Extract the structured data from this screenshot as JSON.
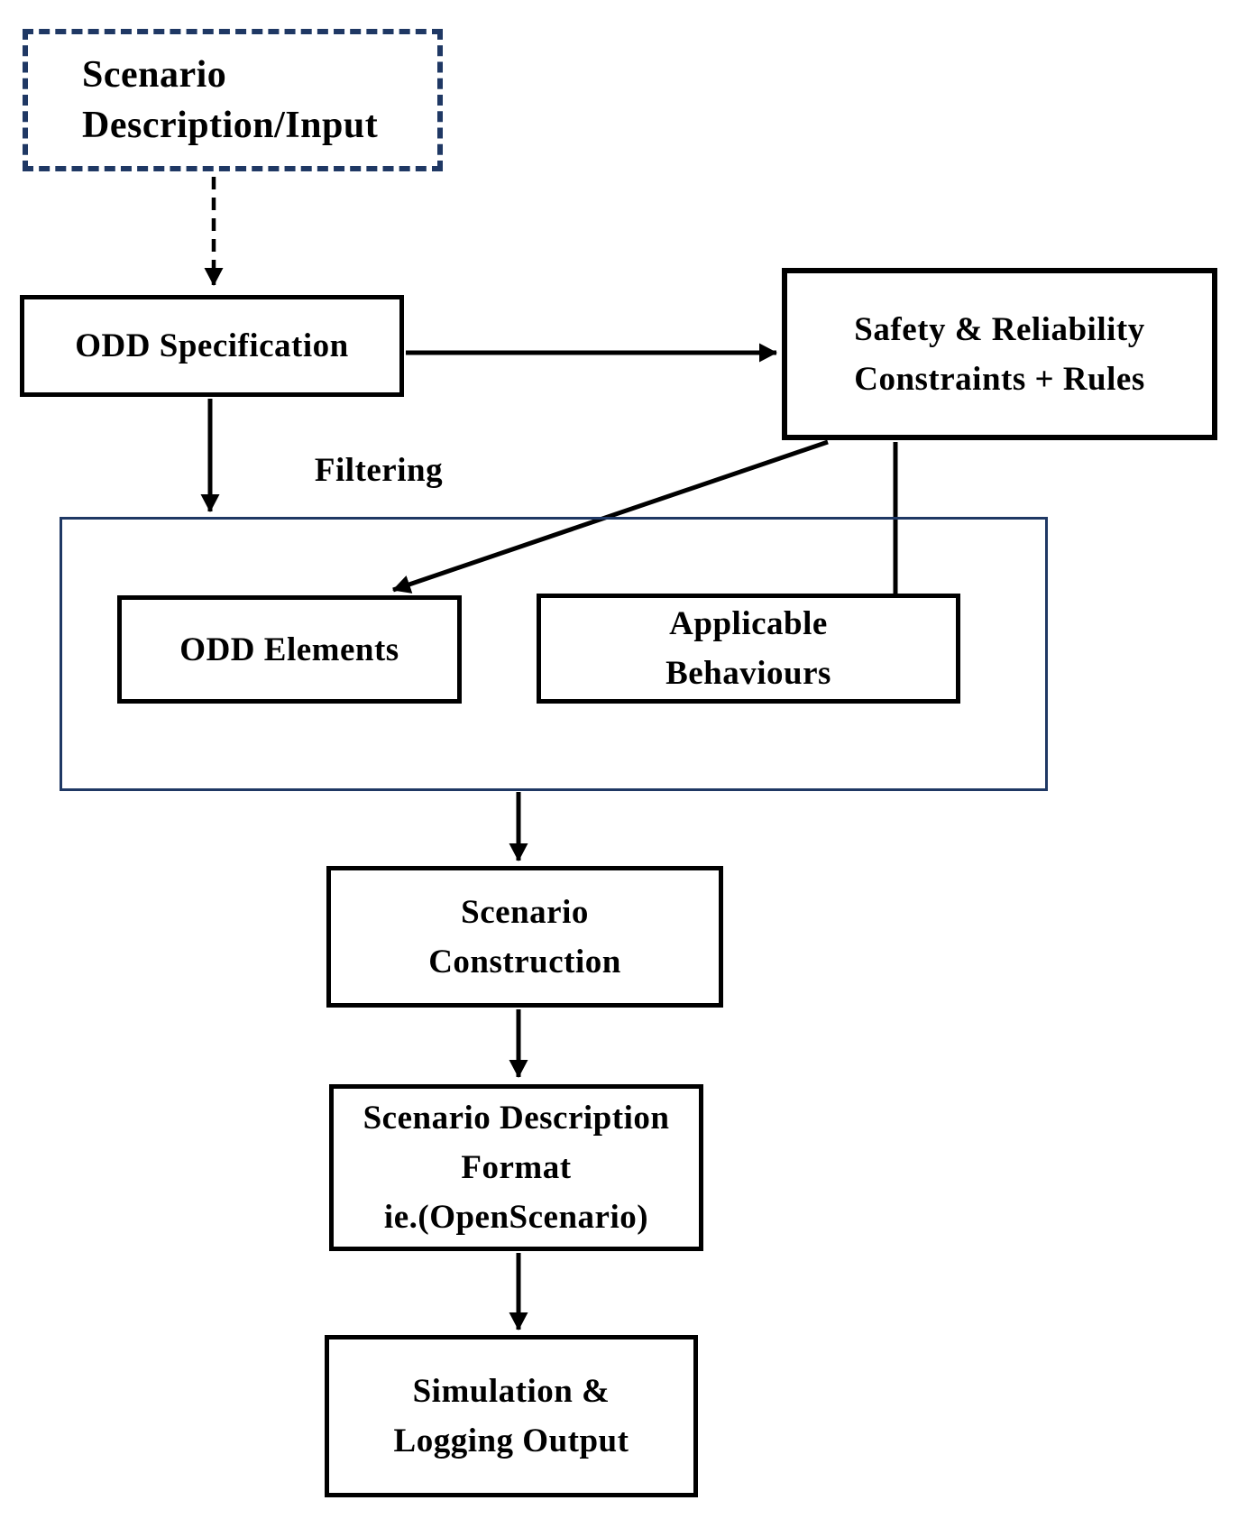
{
  "nodes": {
    "scenario_input": {
      "lines": [
        "Scenario",
        "Description/Input"
      ]
    },
    "odd_specification": {
      "lines": [
        "ODD Specification"
      ]
    },
    "safety_reliability": {
      "lines": [
        "Safety & Reliability",
        "Constraints + Rules"
      ]
    },
    "odd_elements": {
      "lines": [
        "ODD Elements"
      ]
    },
    "applicable_behaviours": {
      "lines": [
        "Applicable",
        "Behaviours"
      ]
    },
    "scenario_construction": {
      "lines": [
        "Scenario",
        "Construction"
      ]
    },
    "scenario_description_format": {
      "lines": [
        "Scenario Description",
        "Format",
        "ie.(OpenScenario)"
      ]
    },
    "simulation_logging_output": {
      "lines": [
        "Simulation &",
        "Logging Output"
      ]
    }
  },
  "labels": {
    "filtering": "Filtering"
  },
  "colors": {
    "accent_navy": "#1f3864",
    "line_black": "#000000"
  }
}
